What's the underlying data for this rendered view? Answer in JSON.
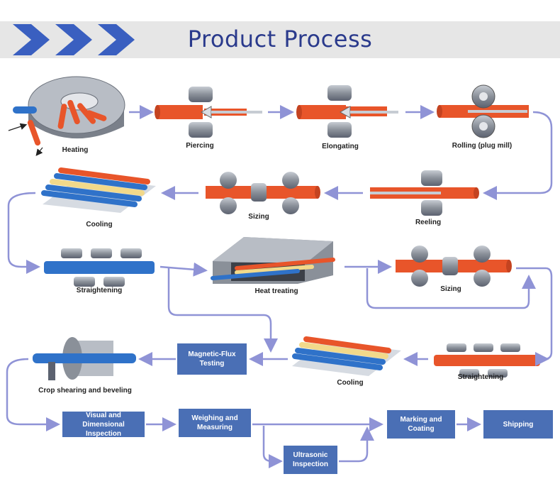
{
  "title": "Product Process",
  "steps": {
    "heating": "Heating",
    "piercing": "Piercing",
    "elongating": "Elongating",
    "rolling": "Rolling (plug mill)",
    "reeling": "Reeling",
    "sizing_1": "Sizing",
    "cooling_1": "Cooling",
    "straightening_1": "Straightening",
    "heat_treating": "Heat treating",
    "sizing_2": "Sizing",
    "straightening_2": "Straightening",
    "cooling_2": "Cooling",
    "crop_shearing": "Crop shearing and beveling"
  },
  "boxes": {
    "magnetic_flux": "Magnetic-Flux Testing",
    "visual": "Visual and Dimensional Inspection",
    "weighing": "Weighing and Measuring",
    "ultrasonic": "Ultrasonic Inspection",
    "marking": "Marking and Coating",
    "shipping": "Shipping"
  },
  "colors": {
    "title": "#2a3a8c",
    "chevron": "#3a5fc0",
    "box_fill": "#4a6fb5",
    "arrow": "#8f93d6",
    "pipe_orange": "#e8552a",
    "pipe_blue": "#2f72c9",
    "pipe_yellow": "#f2d98a",
    "roller_gray": "#8a9099"
  }
}
